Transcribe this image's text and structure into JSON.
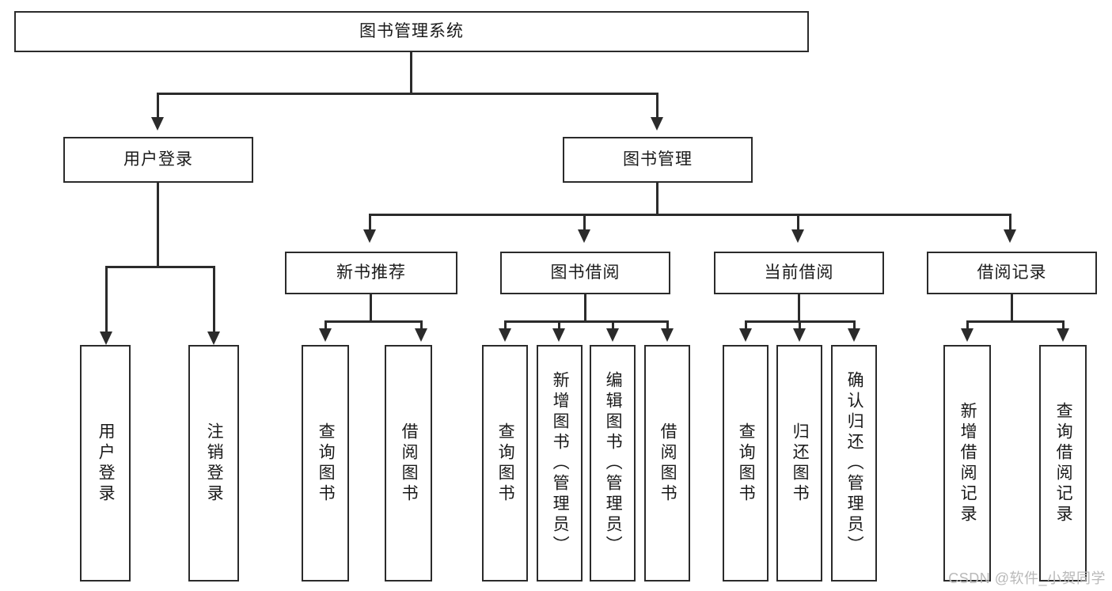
{
  "diagram": {
    "title": "图书管理系统",
    "watermark": "CSDN @软件_小贺同学",
    "root": {
      "label": "图书管理系统"
    },
    "level1": [
      {
        "label": "用户登录"
      },
      {
        "label": "图书管理"
      }
    ],
    "level2": [
      {
        "label": "新书推荐"
      },
      {
        "label": "图书借阅"
      },
      {
        "label": "当前借阅"
      },
      {
        "label": "借阅记录"
      }
    ],
    "leaves": {
      "user_login": [
        {
          "label": "用户登录"
        },
        {
          "label": "注销登录"
        }
      ],
      "new_book_recommend": [
        {
          "label": "查询图书"
        },
        {
          "label": "借阅图书"
        }
      ],
      "book_borrow": [
        {
          "label": "查询图书"
        },
        {
          "label": "新增图书（管理员）"
        },
        {
          "label": "编辑图书（管理员）"
        },
        {
          "label": "借阅图书"
        }
      ],
      "current_borrow": [
        {
          "label": "查询图书"
        },
        {
          "label": "归还图书"
        },
        {
          "label": "确认归还（管理员）"
        }
      ],
      "borrow_record": [
        {
          "label": "新增借阅记录"
        },
        {
          "label": "查询借阅记录"
        }
      ]
    }
  },
  "colors": {
    "stroke": "#2b2b2b",
    "background": "#ffffff",
    "text": "#1a1a1a",
    "watermark": "#b9b9b9"
  }
}
